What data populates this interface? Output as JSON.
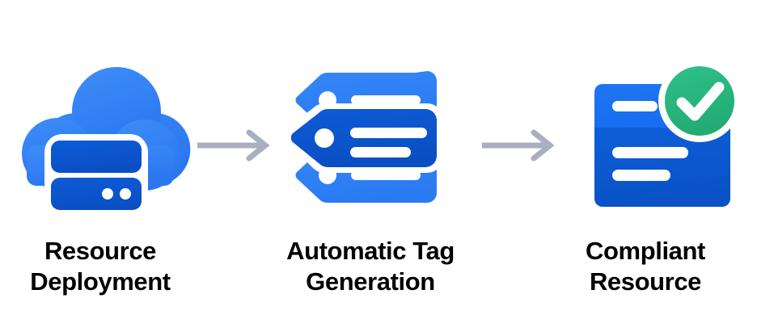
{
  "diagram": {
    "type": "process-flow",
    "orientation": "horizontal",
    "background_color": "#ffffff",
    "step_count": 3,
    "connector_count": 2,
    "steps": [
      {
        "index": 1,
        "label": "Resource\nDeployment",
        "label_line1": "Resource",
        "label_line2": "Deployment",
        "icon": "cloud-server-icon",
        "icon_description": "Blue cloud with a dark blue server/storage unit in front",
        "colors": {
          "cloud_light": "#3B89F5",
          "cloud_dark": "#2F7DF2",
          "server": "#0B57D0",
          "server_detail": "#ffffff"
        }
      },
      {
        "index": 2,
        "label": "Automatic Tag\nGeneration",
        "label_line1": "Automatic Tag",
        "label_line2": "Generation",
        "icon": "multiple-tags-icon",
        "icon_description": "Three stacked price tags, the middle one larger and darker",
        "colors": {
          "tag_outer": "#2F83F6",
          "tag_center": "#0B57D0",
          "tag_detail": "#ffffff"
        }
      },
      {
        "index": 3,
        "label": "Compliant\nResource",
        "label_line1": "Compliant",
        "label_line2": "Resource",
        "icon": "compliant-document-icon",
        "icon_description": "Blue document card with a green circular checkmark badge",
        "colors": {
          "card_top": "#1B72F2",
          "card_body": "#0B5BD3",
          "card_lines": "#ffffff",
          "badge": "#2BB882",
          "badge_ring": "#ffffff",
          "check": "#ffffff"
        }
      }
    ],
    "connectors": [
      {
        "index": 1,
        "icon": "arrow-right-icon",
        "from_step": 1,
        "to_step": 2,
        "color": "#A9AFC0"
      },
      {
        "index": 2,
        "icon": "arrow-right-icon",
        "from_step": 2,
        "to_step": 3,
        "color": "#A9AFC0"
      }
    ],
    "label_color": "#000000"
  }
}
